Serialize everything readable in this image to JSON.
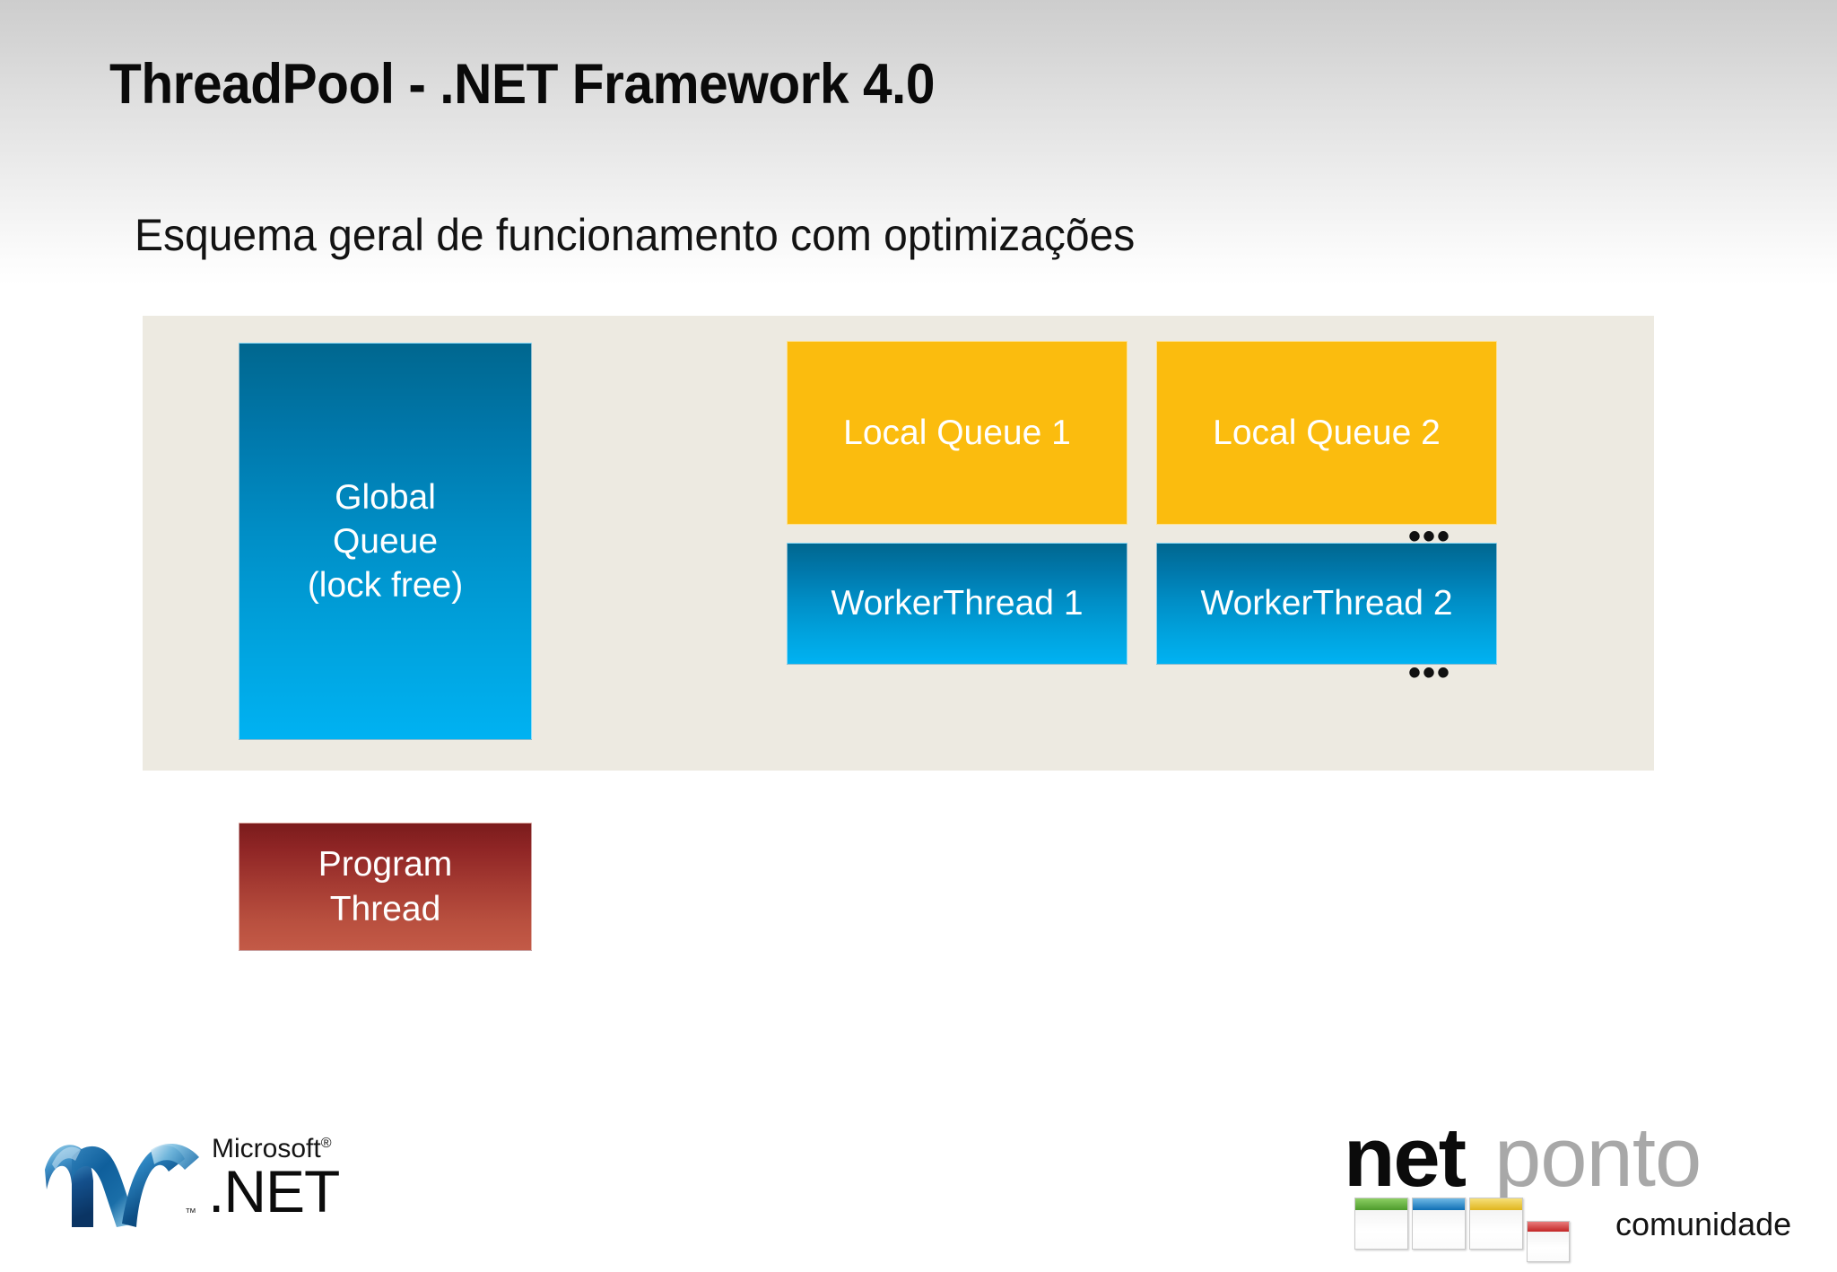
{
  "slide": {
    "title": "ThreadPool - .NET Framework 4.0",
    "subtitle": "Esquema geral de funcionamento com optimizações"
  },
  "diagram": {
    "panel_color": "#edeae1",
    "nodes": [
      {
        "id": "global-queue",
        "label": "Global\nQueue\n(lock free)",
        "line1": "Global",
        "line2": "Queue",
        "line3": "(lock free)",
        "kind": "queue",
        "color_top": "#00678f",
        "color_bottom": "#00b2f2"
      },
      {
        "id": "local-queue-1",
        "label": "Local Queue 1",
        "kind": "local-queue",
        "color": "#fbbc0e"
      },
      {
        "id": "local-queue-2",
        "label": "Local Queue 2",
        "kind": "local-queue",
        "color": "#fbbc0e"
      },
      {
        "id": "worker-thread-1",
        "label": "WorkerThread 1",
        "kind": "worker-thread",
        "color_top": "#00678f",
        "color_bottom": "#00b2f2"
      },
      {
        "id": "worker-thread-2",
        "label": "WorkerThread 2",
        "kind": "worker-thread",
        "color_top": "#00678f",
        "color_bottom": "#00b2f2"
      },
      {
        "id": "program-thread",
        "label": "Program\nThread",
        "line1": "Program",
        "line2": "Thread",
        "kind": "program-thread",
        "color_top": "#7b1c1c",
        "color_bottom": "#c35a47"
      }
    ],
    "ellipsis_queues": "•••",
    "ellipsis_threads": "•••"
  },
  "logos": {
    "dotnet": {
      "brand": "Microsoft",
      "registered": "®",
      "product": ".NET",
      "trademark": "™",
      "swoosh_color_dark": "#0b3f6e",
      "swoosh_color_mid": "#1273b3",
      "swoosh_color_light": "#7fc4e8"
    },
    "netponto": {
      "word_dark": "net",
      "word_light": "ponto",
      "tagline": "comunidade",
      "tiles": [
        {
          "name": "green-window",
          "color": "#5aab3a"
        },
        {
          "name": "blue-window",
          "color": "#1c7fc4"
        },
        {
          "name": "yellow-window",
          "color": "#edc42e"
        },
        {
          "name": "red-window",
          "color": "#cf3030"
        }
      ]
    }
  }
}
